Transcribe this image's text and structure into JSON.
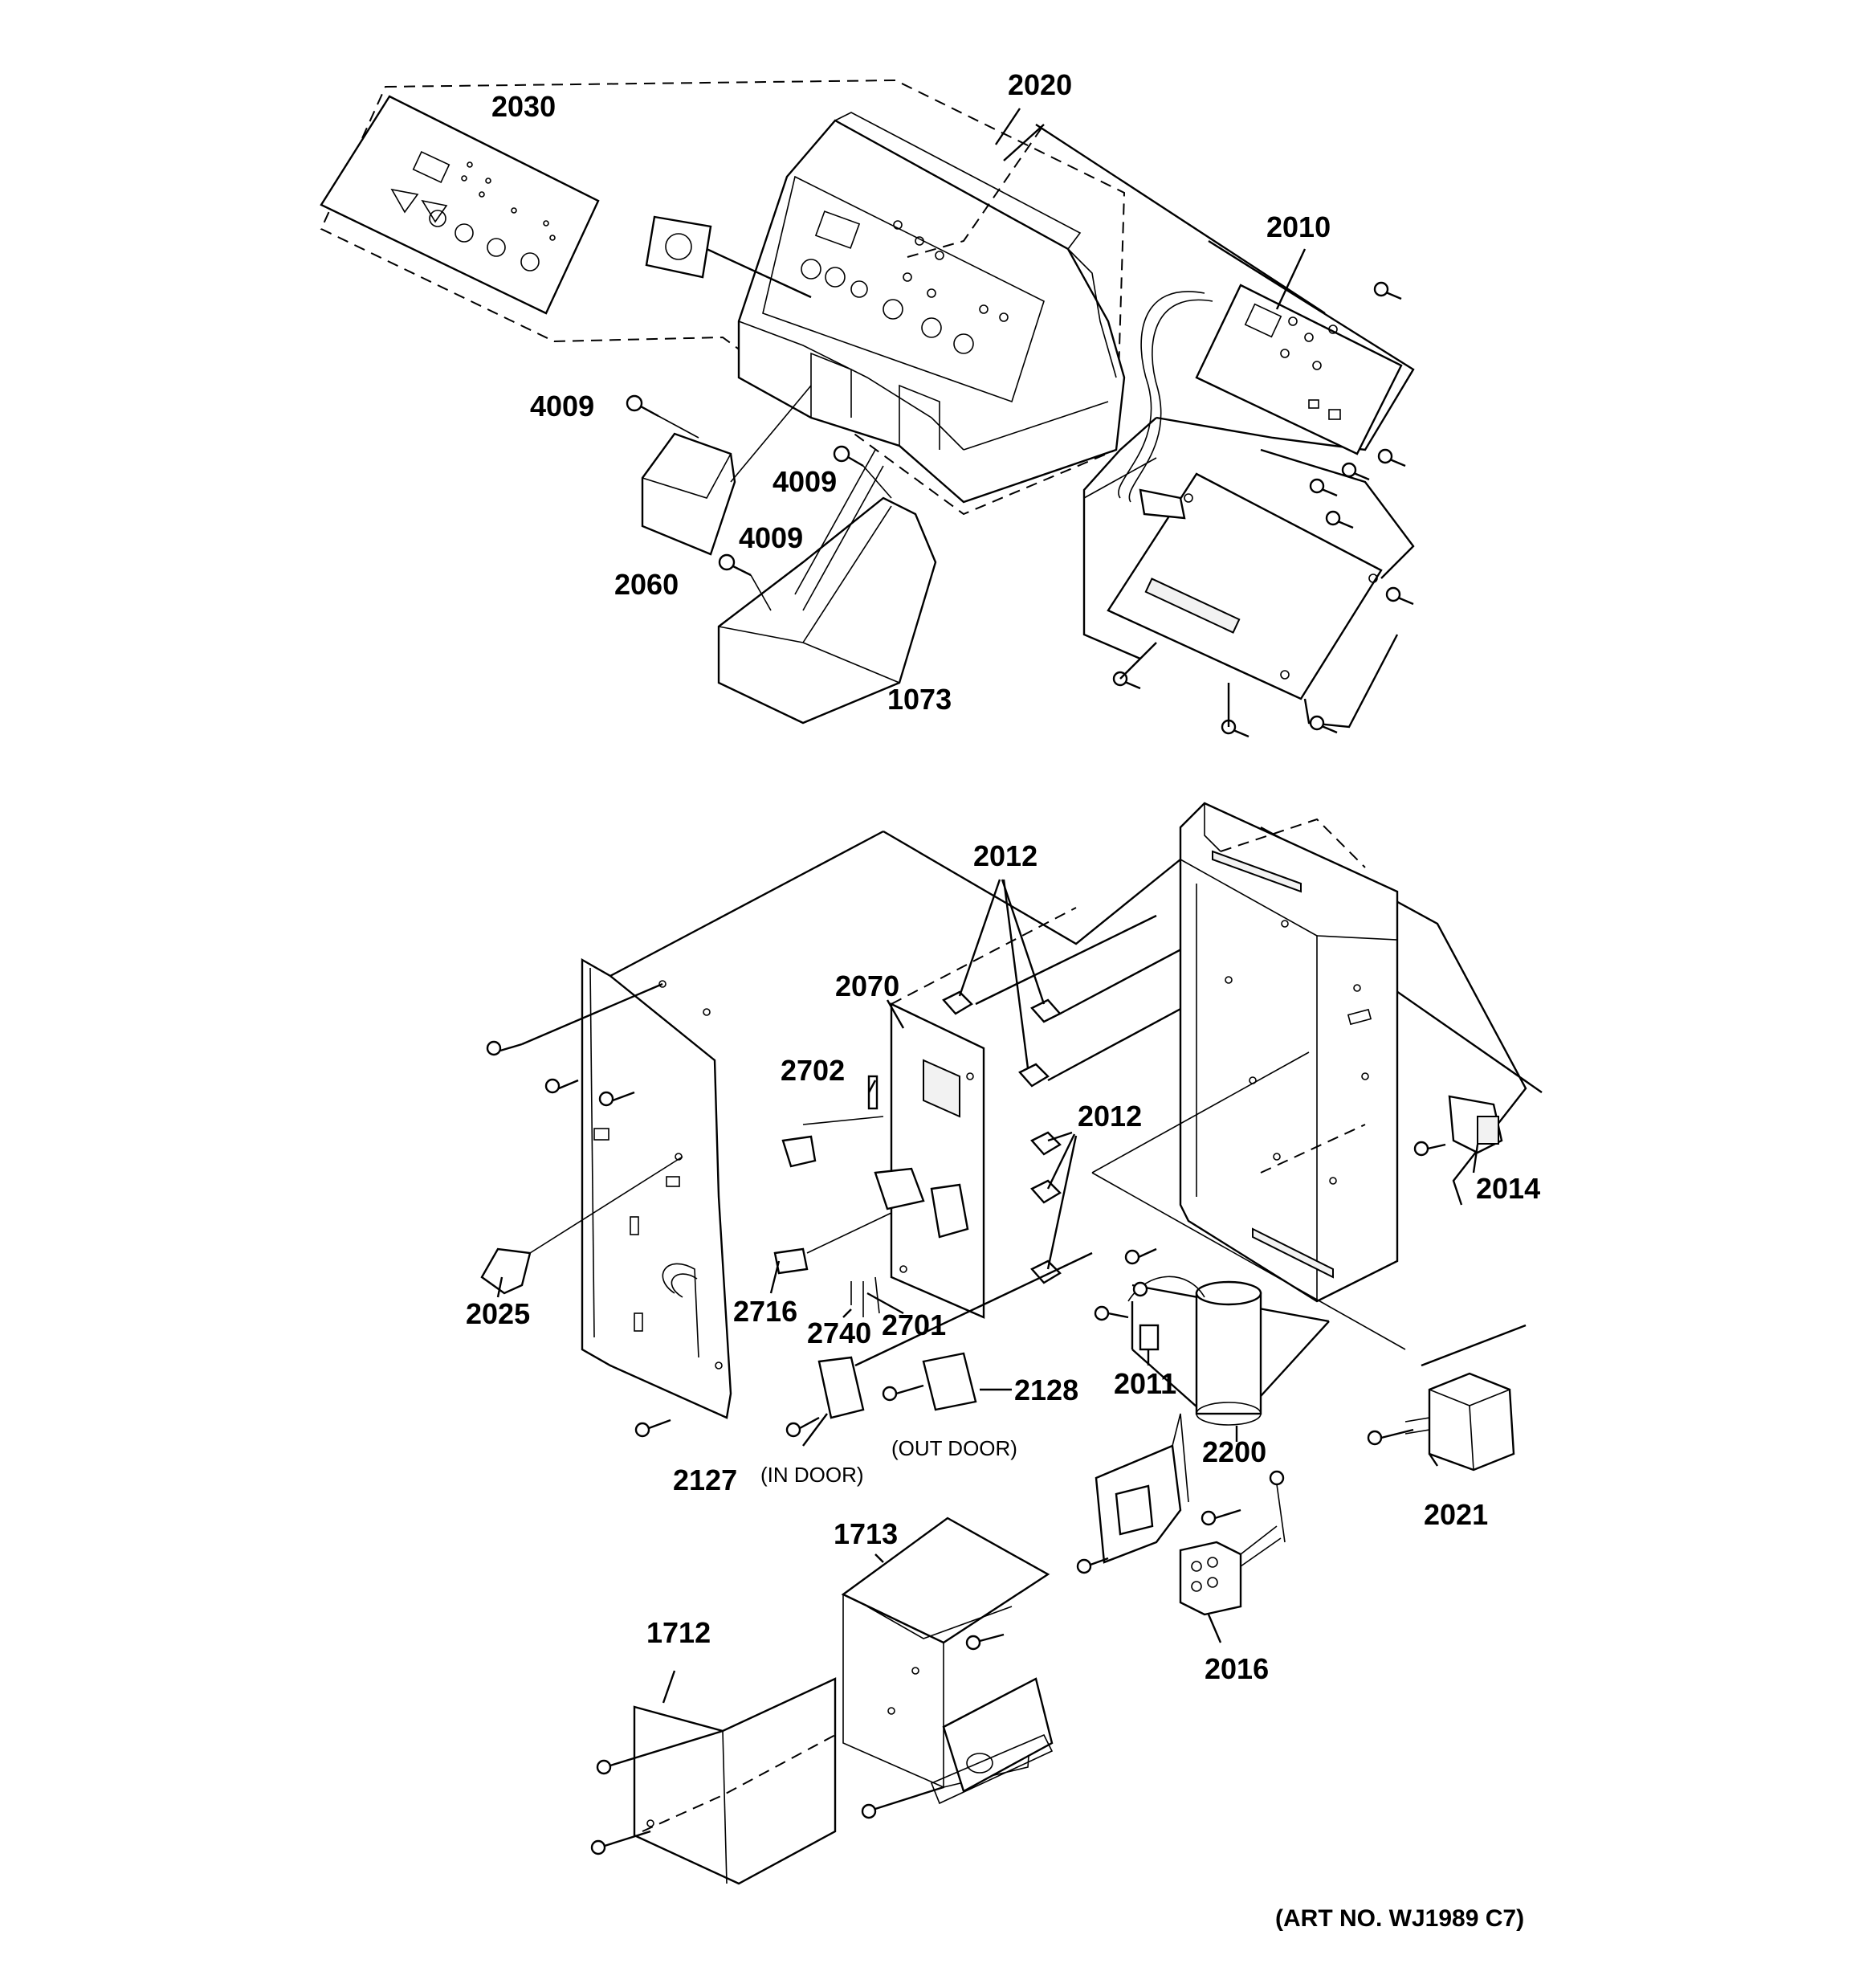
{
  "callouts": {
    "c2030": "2030",
    "c2020": "2020",
    "c2010": "2010",
    "c4009a": "4009",
    "c4009b": "4009",
    "c4009c": "4009",
    "c2060": "2060",
    "c1073": "1073",
    "c2012a": "2012",
    "c2070": "2070",
    "c2702": "2702",
    "c2012b": "2012",
    "c2014": "2014",
    "c2025": "2025",
    "c2716": "2716",
    "c2740": "2740",
    "c2701": "2701",
    "c2128": "2128",
    "c2011": "2011",
    "c2200": "2200",
    "c2127": "2127",
    "c2021": "2021",
    "c1713": "1713",
    "c2016": "2016",
    "c1712": "1712"
  },
  "notes": {
    "in_door": "(IN DOOR)",
    "out_door": "(OUT DOOR)"
  },
  "art_number": "(ART NO. WJ1989 C7)"
}
